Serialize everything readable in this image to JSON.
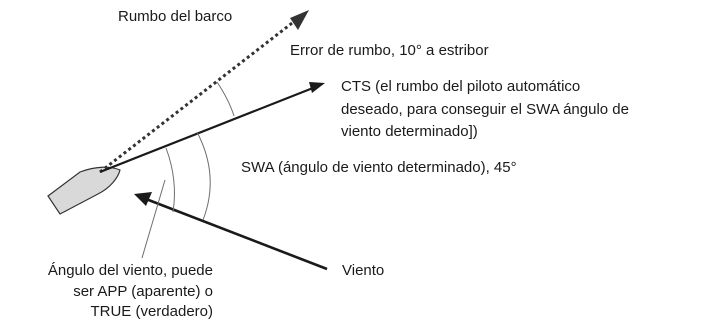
{
  "diagram": {
    "labels": {
      "heading": "Rumbo del barco",
      "heading_error": "Error de rumbo, 10° a estribor",
      "cts_line1": "CTS (el rumbo del piloto automático",
      "cts_line2": "deseado, para conseguir el SWA ángulo de",
      "cts_line3": "viento determinado])",
      "swa": "SWA (ángulo de viento determinado), 45°",
      "wind": "Viento",
      "wind_angle_line1": "Ángulo del viento, puede",
      "wind_angle_line2": "ser APP (aparente)  o",
      "wind_angle_line3": "TRUE (verdadero)"
    }
  }
}
